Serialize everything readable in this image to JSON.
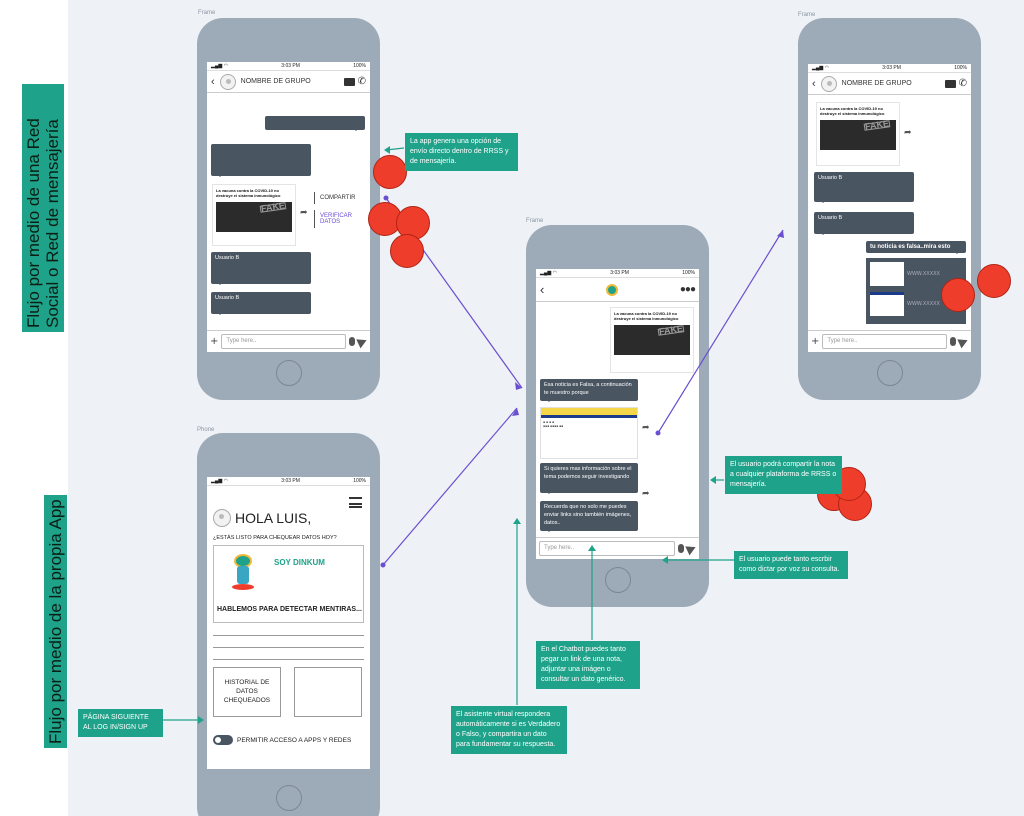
{
  "sections": {
    "social": "Flujo por medio de una Red\nSocial o Red de mensajería",
    "app": "Flujo por medio de la propia App"
  },
  "frame_labels": {
    "f1": "Frame",
    "f2": "Frame",
    "f3": "Frame",
    "phone": "Phone"
  },
  "status": {
    "time": "3:03 PM",
    "battery": "100%"
  },
  "group_chat": {
    "title": "NOMBRE DE GRUPO",
    "card_title": "La vacuna contra la COVID-19 no destruye el sistema inmunológico",
    "menu": [
      "COMPARTIR",
      "VERIFICAR DATOS"
    ],
    "user_b": "Usuario B",
    "placeholder": "Type here.."
  },
  "group_chat_2": {
    "title": "NOMBRE DE GRUPO",
    "card_title": "La vacuna contra la COVID-19 no destruye el sistema inmunológico",
    "user_b": "Usuario B",
    "msg": "tu noticia es falsa..mira esto",
    "link": "WWW.XXXXX",
    "placeholder": "Type here.."
  },
  "bot_chat": {
    "card_title": "La vacuna contra la COVID-19 no destruye el sistema inmunológico",
    "m1": "Esa noticia es Falsa, a continuación te muestro porque",
    "m2": "Si quieres mas información sobre el tema podemos seguir investigando",
    "m3": "Recuerda que no solo me puedes enviar links sino también imágenes, datos..",
    "placeholder": "Type here.."
  },
  "home": {
    "greeting": "HOLA LUIS,",
    "question": "¿ESTÁS LISTO PARA CHEQUEAR DATOS HOY?",
    "bot_name": "SOY DINKUM",
    "tagline": "HABLEMOS PARA DETECTAR MENTIRAS...",
    "history": "HISTORIAL DE DATOS CHEQUEADOS",
    "toggle_label": "PERMITIR ACCESO A APPS Y REDES"
  },
  "notes": {
    "n1": "La app genera una opción de envío directo dentro de RRSS y de mensajería.",
    "n2": "El usuario podrá compartir la nota a cualquier plataforma de RRSS o mensajería.",
    "n3": "El usuario puede tanto escrbir como dictar por voz su consulta.",
    "n4": "En el Chatbot puedes tanto pegar un link de una nota, adjuntar una imágen o consultar un dato genérico.",
    "n5": "El asistente virtual respondera automáticamente si es Verdadero o Falso, y compartira un dato para fundamentar su respuesta.",
    "n6": "PÁGINA SIGUIENTE AL LOG IN/SIGN UP"
  },
  "colors": {
    "accent": "#1fa28a",
    "hotspot": "#ee3e2b",
    "connector": "#6a4fd0",
    "bubble": "#4a5562"
  }
}
